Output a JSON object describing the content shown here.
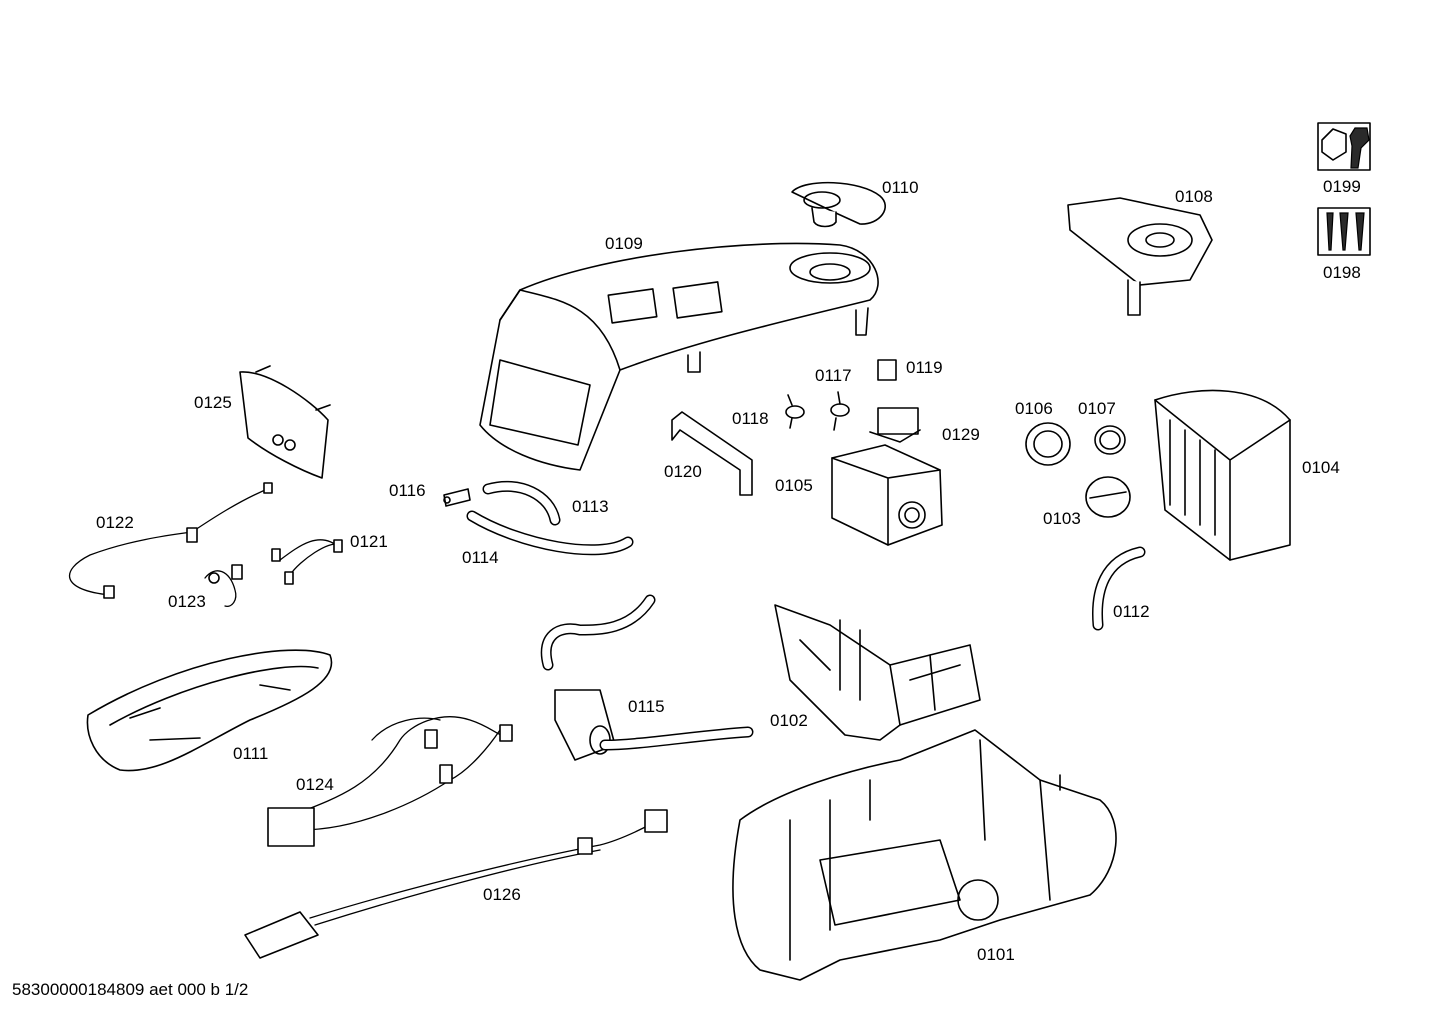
{
  "footer": {
    "document_code": "58300000184809 aet 000 b 1/2"
  },
  "legend": {
    "items": [
      {
        "id": "tool",
        "icon": "wrench-nut-icon",
        "label": "0199"
      },
      {
        "id": "screws",
        "icon": "screws-icon",
        "label": "0198"
      }
    ]
  },
  "parts": {
    "p0101": "0101",
    "p0102": "0102",
    "p0103": "0103",
    "p0104": "0104",
    "p0105": "0105",
    "p0106": "0106",
    "p0107": "0107",
    "p0108": "0108",
    "p0109": "0109",
    "p0110": "0110",
    "p0111": "0111",
    "p0112": "0112",
    "p0113": "0113",
    "p0114": "0114",
    "p0115": "0115",
    "p0116": "0116",
    "p0117": "0117",
    "p0118": "0118",
    "p0119": "0119",
    "p0120": "0120",
    "p0121": "0121",
    "p0122": "0122",
    "p0123": "0123",
    "p0124": "0124",
    "p0125": "0125",
    "p0126": "0126",
    "p0129": "0129"
  }
}
